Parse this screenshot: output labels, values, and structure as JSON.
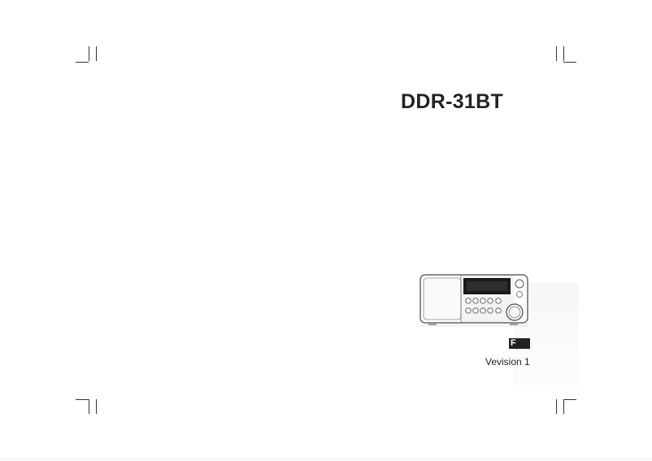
{
  "document": {
    "model_title": "DDR-31BT",
    "language_badge": "F",
    "version_label": "Vevision 1"
  },
  "icons": {
    "product": "radio-illustration",
    "marks": "crop-mark"
  }
}
